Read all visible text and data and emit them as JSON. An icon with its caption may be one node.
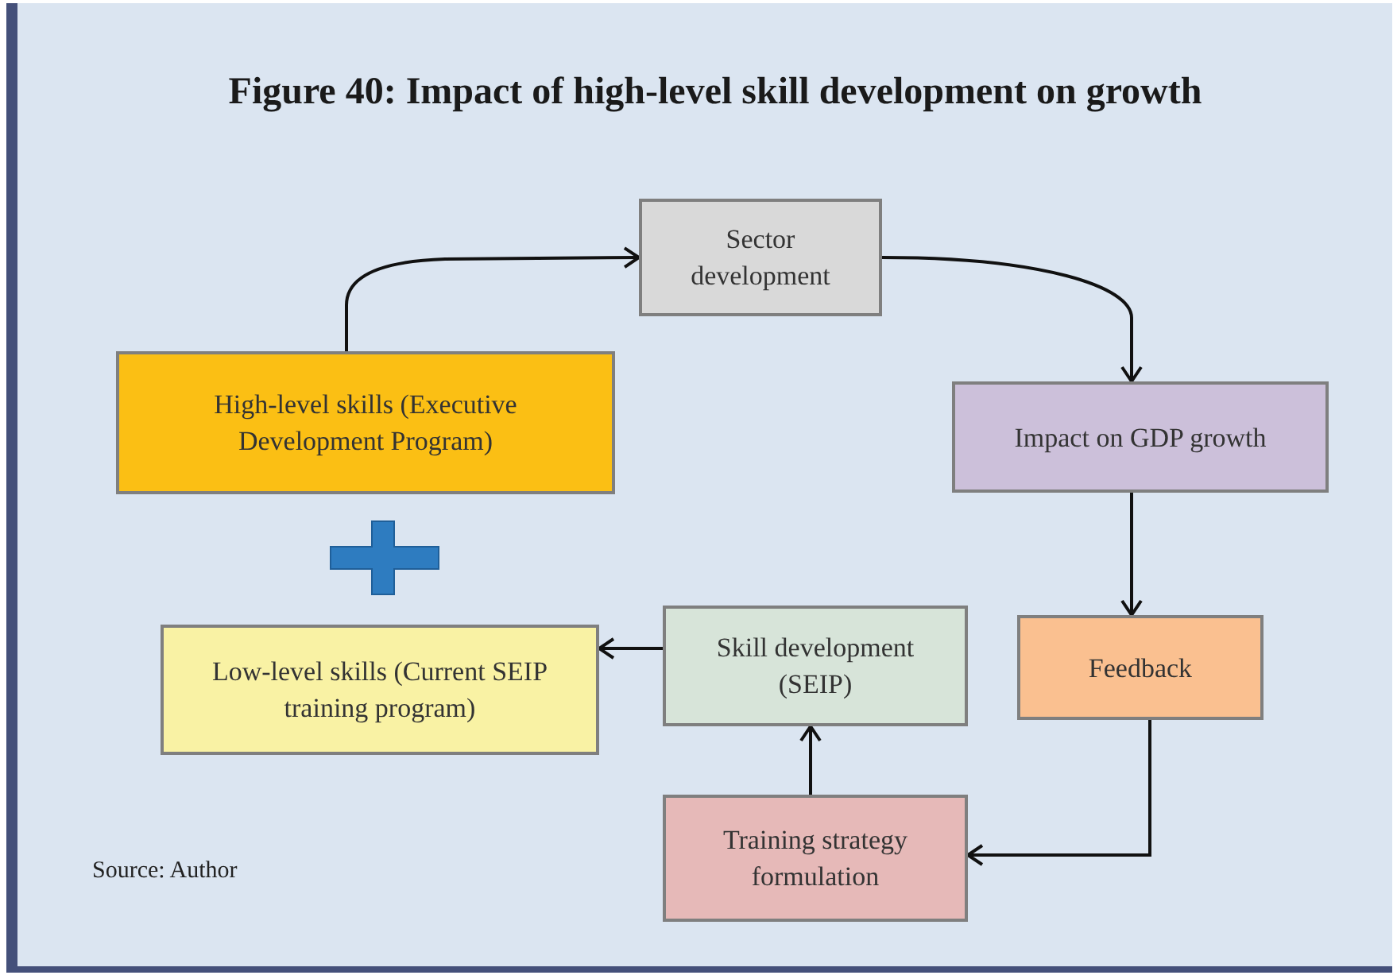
{
  "diagram": {
    "title": "Figure 40: Impact of high-level skill development on growth",
    "nodes": [
      {
        "text": [
          "High-level skills (Executive Development Program)"
        ]
      },
      {
        "text": [
          "Sector development"
        ]
      },
      {
        "text": [
          "Impact on GDP growth"
        ]
      },
      {
        "text": [
          "Feedback"
        ]
      },
      {
        "text": [
          "Training strategy formulation"
        ]
      },
      {
        "text": [
          "Skill development (SEIP)"
        ]
      },
      {
        "text": [
          "Low-level skills (Current SEIP training program)"
        ]
      }
    ],
    "edges": [
      {
        "from": 0,
        "to": 1,
        "arrow": "to"
      },
      {
        "from": 1,
        "to": 2,
        "arrow": "to"
      },
      {
        "from": 2,
        "to": 3,
        "arrow": "to"
      },
      {
        "from": 3,
        "to": 4,
        "arrow": "to"
      },
      {
        "from": 4,
        "to": 5,
        "arrow": "to"
      },
      {
        "from": 5,
        "to": 6,
        "arrow": "to"
      }
    ],
    "labels": [
      "Source: Author"
    ]
  }
}
